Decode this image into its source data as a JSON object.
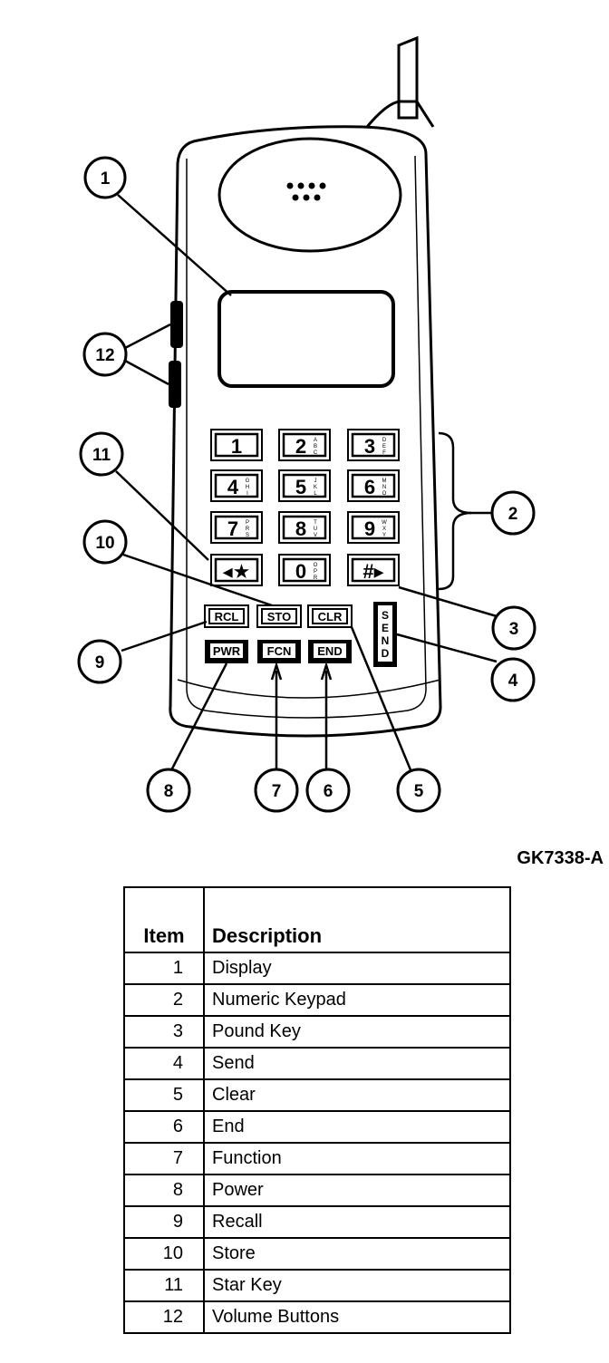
{
  "figure_id": "GK7338-A",
  "callouts": [
    "1",
    "2",
    "3",
    "4",
    "5",
    "6",
    "7",
    "8",
    "9",
    "10",
    "11",
    "12"
  ],
  "keypad": {
    "rows": [
      [
        {
          "main": "1",
          "sub": ""
        },
        {
          "main": "2",
          "sub": "ABC"
        },
        {
          "main": "3",
          "sub": "DEF"
        }
      ],
      [
        {
          "main": "4",
          "sub": "GHI"
        },
        {
          "main": "5",
          "sub": "JKL"
        },
        {
          "main": "6",
          "sub": "MNO"
        }
      ],
      [
        {
          "main": "7",
          "sub": "PRS"
        },
        {
          "main": "8",
          "sub": "TUV"
        },
        {
          "main": "9",
          "sub": "WXY"
        }
      ],
      [
        {
          "main": "◂★",
          "sub": ""
        },
        {
          "main": "0",
          "sub": "OPR"
        },
        {
          "main": "#▸",
          "sub": ""
        }
      ]
    ]
  },
  "function_keys": {
    "rcl": "RCL",
    "sto": "STO",
    "clr": "CLR",
    "pwr": "PWR",
    "fcn": "FCN",
    "end": "END",
    "send": [
      "S",
      "E",
      "N",
      "D"
    ]
  },
  "table": {
    "headers": {
      "item": "Item",
      "description": "Description"
    },
    "rows": [
      {
        "item": "1",
        "description": "Display"
      },
      {
        "item": "2",
        "description": "Numeric Keypad"
      },
      {
        "item": "3",
        "description": "Pound Key"
      },
      {
        "item": "4",
        "description": "Send"
      },
      {
        "item": "5",
        "description": "Clear"
      },
      {
        "item": "6",
        "description": "End"
      },
      {
        "item": "7",
        "description": "Function"
      },
      {
        "item": "8",
        "description": "Power"
      },
      {
        "item": "9",
        "description": "Recall"
      },
      {
        "item": "10",
        "description": "Store"
      },
      {
        "item": "11",
        "description": "Star Key"
      },
      {
        "item": "12",
        "description": "Volume Buttons"
      }
    ]
  }
}
